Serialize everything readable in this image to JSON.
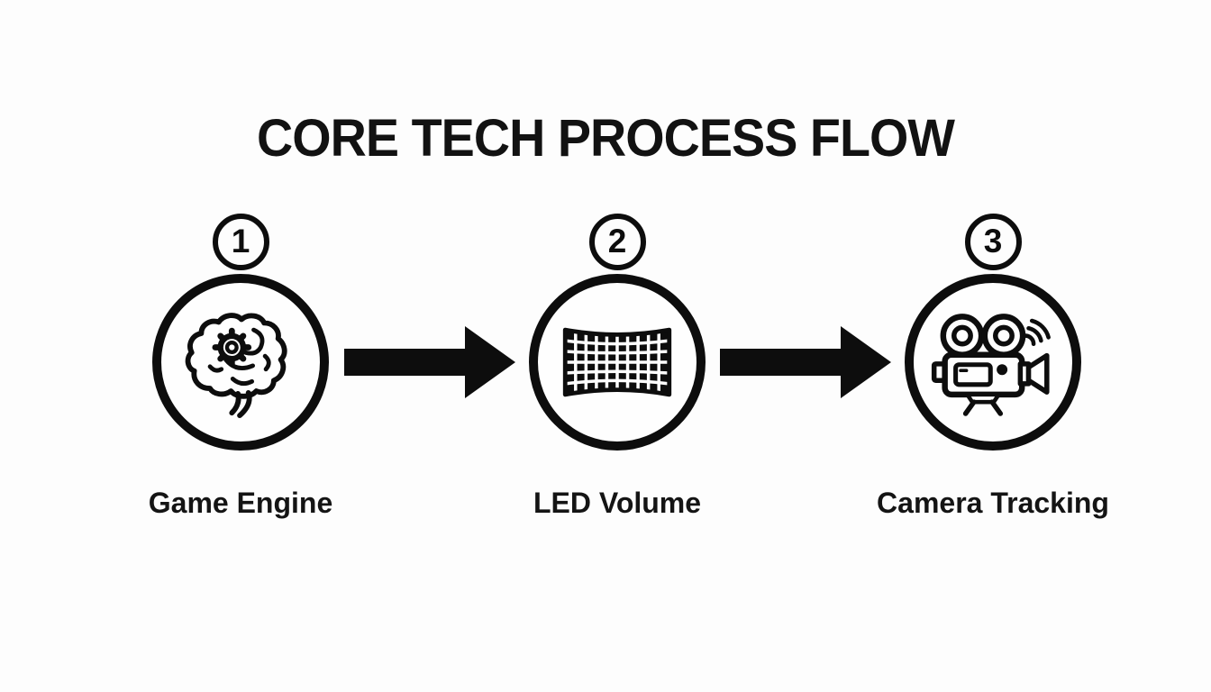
{
  "title": "CORE TECH PROCESS FLOW",
  "colors": {
    "ink": "#0d0d0d",
    "background": "#fdfdfd"
  },
  "flow": {
    "steps": [
      {
        "number": "1",
        "label": "Game Engine",
        "icon": "brain-gear-icon"
      },
      {
        "number": "2",
        "label": "LED Volume",
        "icon": "led-volume-icon"
      },
      {
        "number": "3",
        "label": "Camera Tracking",
        "icon": "camera-tracking-icon"
      }
    ],
    "connectors": [
      {
        "type": "arrow-right"
      },
      {
        "type": "arrow-right"
      }
    ]
  }
}
